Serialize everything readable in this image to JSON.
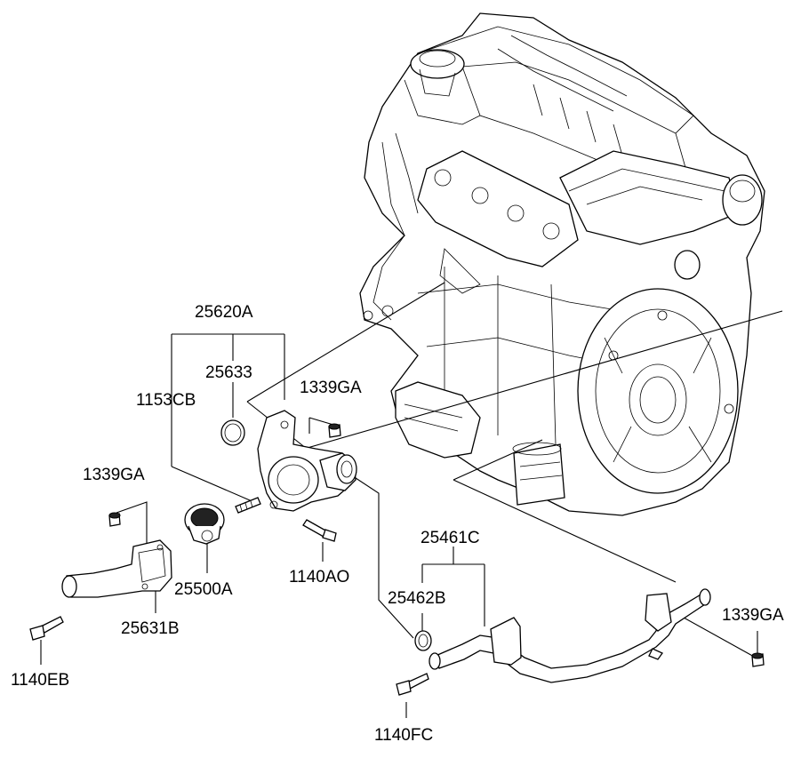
{
  "labels": {
    "p25620A": "25620A",
    "p25633": "25633",
    "p1153CB": "1153CB",
    "p1339GA_top": "1339GA",
    "p1339GA_left": "1339GA",
    "p1339GA_right": "1339GA",
    "p25500A": "25500A",
    "p1140AO": "1140AO",
    "p25631B": "25631B",
    "p1140EB": "1140EB",
    "p25461C": "25461C",
    "p25462B": "25462B",
    "p1140FC": "1140FC"
  }
}
